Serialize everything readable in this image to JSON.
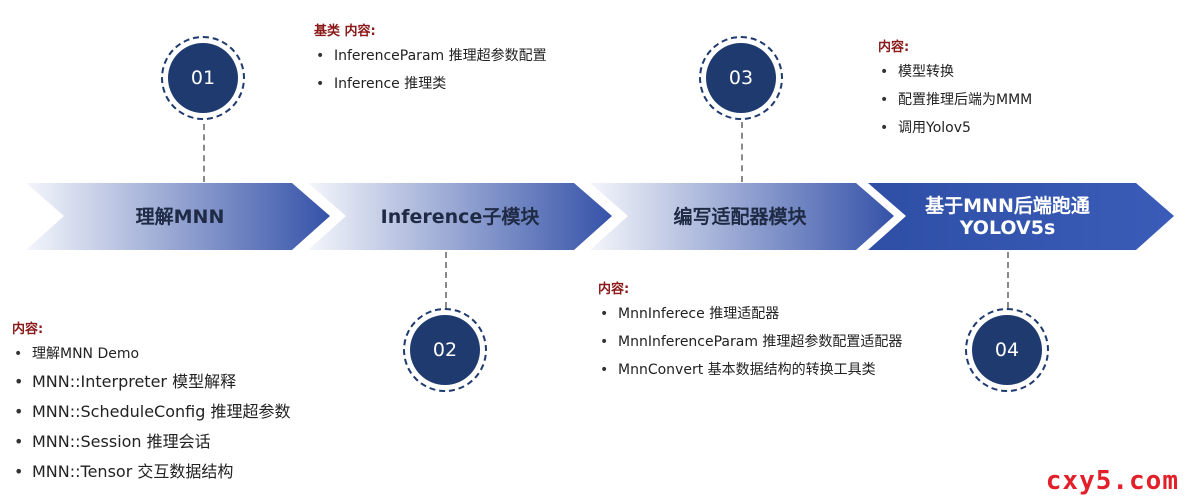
{
  "steps": [
    {
      "label": "理解MNN",
      "number": "01"
    },
    {
      "label": "Inference子模块",
      "number": "02"
    },
    {
      "label": "编写适配器模块",
      "number": "03"
    },
    {
      "label_line1": "基于MNN后端跑通",
      "label_line2": "YOLOV5s",
      "number": "04"
    }
  ],
  "notes": {
    "step1": {
      "heading": "内容:",
      "items": [
        "理解MNN Demo",
        "MNN::Interpreter 模型解释",
        "MNN::ScheduleConfig 推理超参数",
        "MNN::Session 推理会话",
        "MNN::Tensor 交互数据结构"
      ]
    },
    "step2": {
      "heading": "基类 内容:",
      "items": [
        "InferenceParam 推理超参数配置",
        "Inference 推理类"
      ]
    },
    "step3": {
      "heading": "内容:",
      "items": [
        "MnnInferece 推理适配器",
        "MnnInferenceParam 推理超参数配置适配器",
        "MnnConvert 基本数据结构的转换工具类"
      ]
    },
    "step4": {
      "heading": "内容:",
      "items": [
        "模型转换",
        "配置推理后端为MMM",
        "调用Yolov5"
      ]
    }
  },
  "watermark": "cxy5.com",
  "colors": {
    "dark_blue": "#1e3a6e",
    "heading_red": "#8b1a1a",
    "watermark_red": "#e2202a"
  }
}
